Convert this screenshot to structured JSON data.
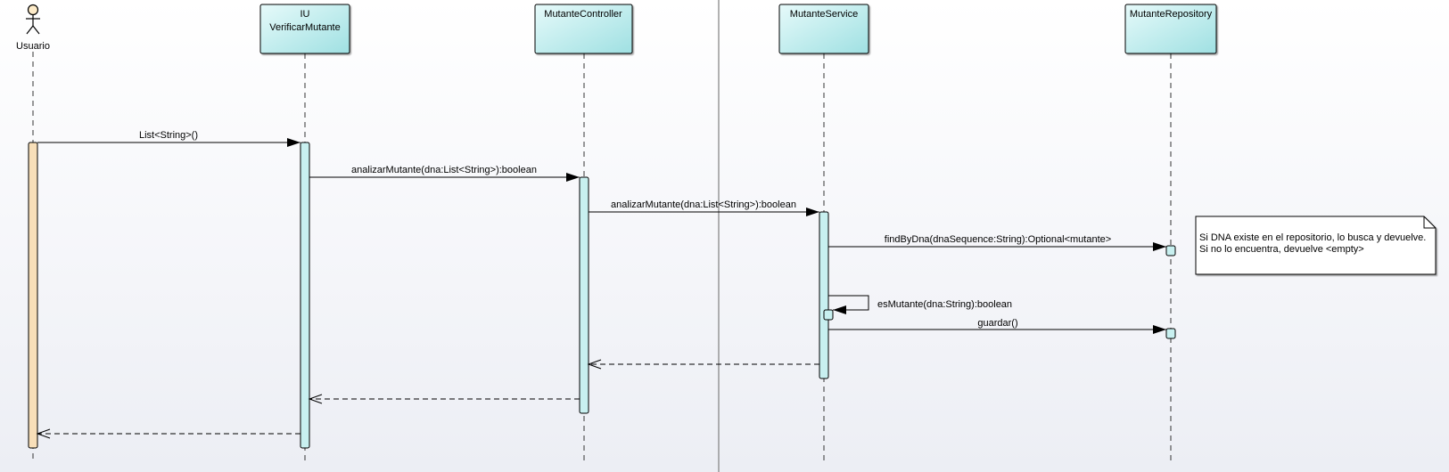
{
  "actor": {
    "name": "Usuario"
  },
  "lifelines": [
    {
      "id": "iu",
      "lines": [
        "IU",
        "VerificarMutante"
      ]
    },
    {
      "id": "controller",
      "lines": [
        "MutanteController"
      ]
    },
    {
      "id": "service",
      "lines": [
        "MutanteService"
      ]
    },
    {
      "id": "repository",
      "lines": [
        "MutanteRepository"
      ]
    }
  ],
  "messages": [
    {
      "id": "m1",
      "label": "List<String>()"
    },
    {
      "id": "m2",
      "label": "analizarMutante(dna:List<String>):boolean"
    },
    {
      "id": "m3",
      "label": "analizarMutante(dna:List<String>):boolean"
    },
    {
      "id": "m4",
      "label": "findByDna(dnaSequence:String):Optional<mutante>"
    },
    {
      "id": "m5",
      "label": "esMutante(dna:String):boolean"
    },
    {
      "id": "m6",
      "label": "guardar()"
    }
  ],
  "note": {
    "lines": [
      "Si DNA existe en el repositorio, lo busca y devuelve.",
      "Si no lo encuentra, devuelve <empty>"
    ]
  },
  "colors": {
    "actor_activation": "#f8dfb9",
    "lifeline_box": "#bfeeee",
    "activation": "#c8f0f0",
    "note": "#ffffff"
  }
}
